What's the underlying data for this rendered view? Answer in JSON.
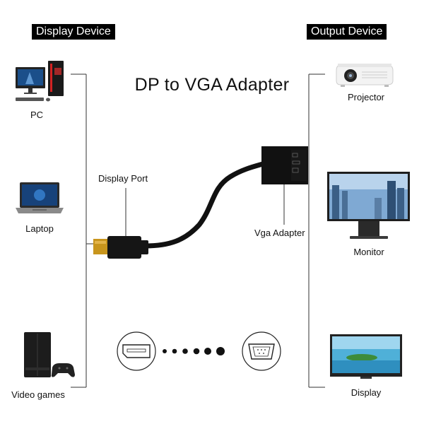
{
  "title": "DP to VGA Adapter",
  "left_header": "Display Device",
  "right_header": "Output Device",
  "devices_left": [
    {
      "label": "PC",
      "icon": "desktop-pc-icon"
    },
    {
      "label": "Laptop",
      "icon": "laptop-icon"
    },
    {
      "label": "Video games",
      "icon": "game-console-icon"
    }
  ],
  "devices_right": [
    {
      "label": "Projector",
      "icon": "projector-icon"
    },
    {
      "label": "Monitor",
      "icon": "monitor-icon"
    },
    {
      "label": "Display",
      "icon": "display-tv-icon"
    }
  ],
  "callouts": {
    "display_port": "Display Port",
    "vga_adapter": "Vga Adapter"
  },
  "colors": {
    "accent": "#000000",
    "line": "#333333",
    "port_gold": "#c8951c"
  }
}
